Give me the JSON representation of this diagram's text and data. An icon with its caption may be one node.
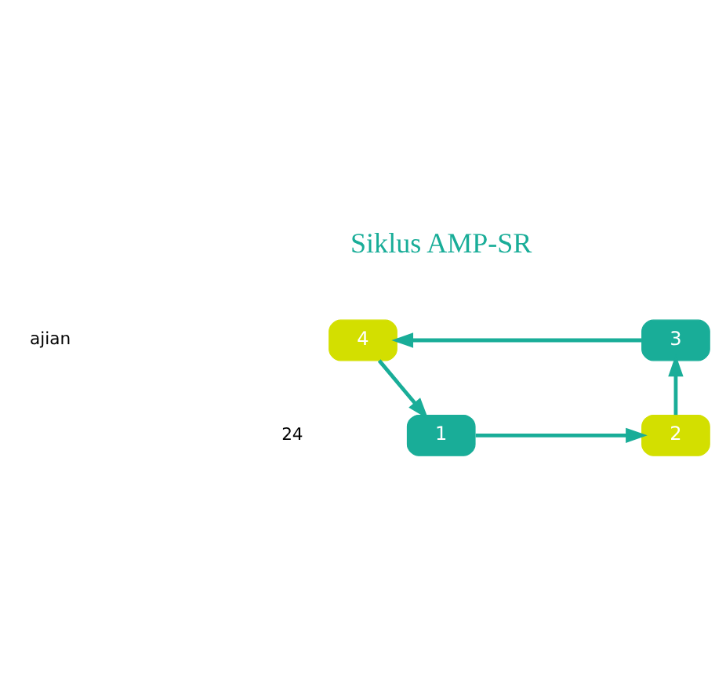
{
  "diagram": {
    "nodes": [
      {
        "text": [
          "Siklus AMP-SR"
        ]
      },
      {
        "text": [
          "1"
        ]
      },
      {
        "text": [
          "2"
        ]
      },
      {
        "text": [
          "3"
        ]
      },
      {
        "text": [
          "4"
        ]
      }
    ],
    "edges": [
      {
        "from": 1,
        "to": 2,
        "arrow": "to"
      },
      {
        "from": 2,
        "to": 3,
        "arrow": "to"
      },
      {
        "from": 3,
        "to": 4,
        "arrow": "to"
      },
      {
        "from": 4,
        "to": 1,
        "arrow": "to"
      }
    ],
    "labels": [
      "24",
      "ajian"
    ]
  }
}
